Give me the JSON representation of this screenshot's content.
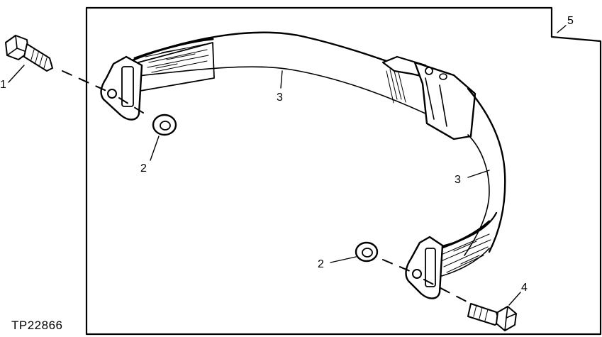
{
  "figure_id": "TP22866",
  "callouts": {
    "bolt_top": "1",
    "washer_top": "2",
    "strap_upper": "3",
    "strap_lower": "3",
    "washer_bottom": "2",
    "bolt_bottom": "4",
    "panel": "5"
  },
  "colors": {
    "ink": "#000000",
    "paper": "#ffffff"
  }
}
